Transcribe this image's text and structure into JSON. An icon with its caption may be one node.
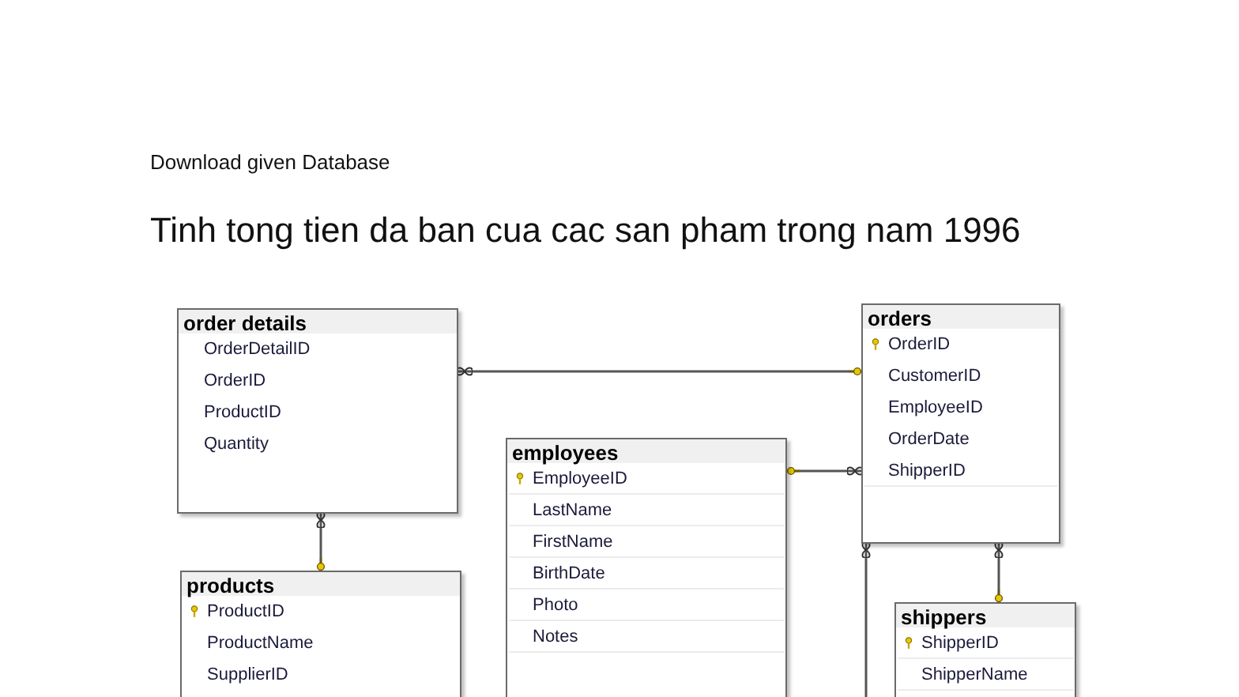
{
  "diagram": {
    "title": "Tinh tong tien da ban cua cac san pham trong nam 1996",
    "nodes": [
      {
        "text": [
          "order details",
          "OrderDetailID",
          "OrderID",
          "ProductID",
          "Quantity"
        ]
      },
      {
        "text": [
          "orders",
          "OrderID",
          "CustomerID",
          "EmployeeID",
          "OrderDate",
          "ShipperID"
        ]
      },
      {
        "text": [
          "employees",
          "EmployeeID",
          "LastName",
          "FirstName",
          "BirthDate",
          "Photo",
          "Notes"
        ]
      },
      {
        "text": [
          "products",
          "ProductID",
          "ProductName",
          "SupplierID"
        ]
      },
      {
        "text": [
          "shippers",
          "ShipperID",
          "ShipperName"
        ]
      }
    ],
    "edges": [
      {
        "from": 0,
        "to": 1,
        "arrow": "other"
      },
      {
        "from": 0,
        "to": 3,
        "arrow": "other"
      },
      {
        "from": 1,
        "to": 2,
        "arrow": "other"
      },
      {
        "from": 1,
        "to": 4,
        "arrow": "other"
      },
      {
        "from": 1,
        "to": null,
        "arrow": "other"
      }
    ],
    "labels": [
      "Download given Database"
    ]
  }
}
